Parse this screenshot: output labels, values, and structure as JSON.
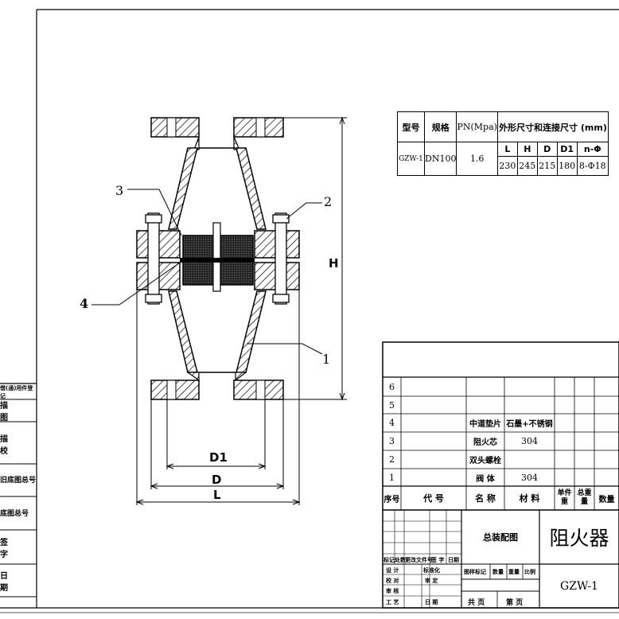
{
  "labels": {
    "callout_1": "1",
    "callout_2": "2",
    "callout_3": "3",
    "callout_4": "4",
    "dim_H": "H",
    "dim_D1": "D1",
    "dim_D": "D",
    "dim_L": "L"
  },
  "spec_table": {
    "headers": [
      "型号",
      "规格",
      "PN(Mpa)",
      "外形尺寸和连接尺寸 (mm)"
    ],
    "sub_headers": [
      "L",
      "H",
      "D",
      "D1",
      "n-Φ"
    ],
    "row": {
      "model": "GZW-1",
      "spec": "DN100",
      "pn": "1.6",
      "dims": [
        "230",
        "245",
        "215",
        "180",
        "8-Φ18"
      ]
    }
  },
  "bom": {
    "rows": [
      {
        "no": "6",
        "code": "",
        "name": "",
        "material": ""
      },
      {
        "no": "5",
        "code": "",
        "name": "",
        "material": ""
      },
      {
        "no": "4",
        "code": "",
        "name": "中道垫片",
        "material": "石墨+不锈钢"
      },
      {
        "no": "3",
        "code": "",
        "name": "阻火芯",
        "material": "304"
      },
      {
        "no": "2",
        "code": "",
        "name": "双头螺栓",
        "material": ""
      },
      {
        "no": "1",
        "code": "",
        "name": "阀 体",
        "material": "304"
      }
    ],
    "header": {
      "no": "序号",
      "code": "代 号",
      "name": "名 称",
      "material": "材 料",
      "unit_weight": "单件 重",
      "total_weight": "总重 量",
      "quantity": "数量"
    }
  },
  "title_block": {
    "drawing_type": "总装配图",
    "product_name": "阻火器",
    "drawing_no": "GZW-1",
    "revision_labels": [
      "标记处数",
      "更改文件号",
      "签 字",
      "日期"
    ],
    "roles": [
      "设 计",
      "校 对",
      "审 核",
      "工 艺"
    ],
    "role_right": [
      "标准化",
      "审 定",
      "",
      "日 期"
    ],
    "stage_labels": [
      "图样标记",
      "数量",
      "重量",
      "比例"
    ],
    "sheets_total": "共 页",
    "sheet_no": "第 页"
  },
  "side_strip": {
    "items": [
      "借(通)用件登记",
      "描 图",
      "描 校",
      "旧底图总号",
      "底图总号",
      "签 字",
      "日 期"
    ]
  }
}
